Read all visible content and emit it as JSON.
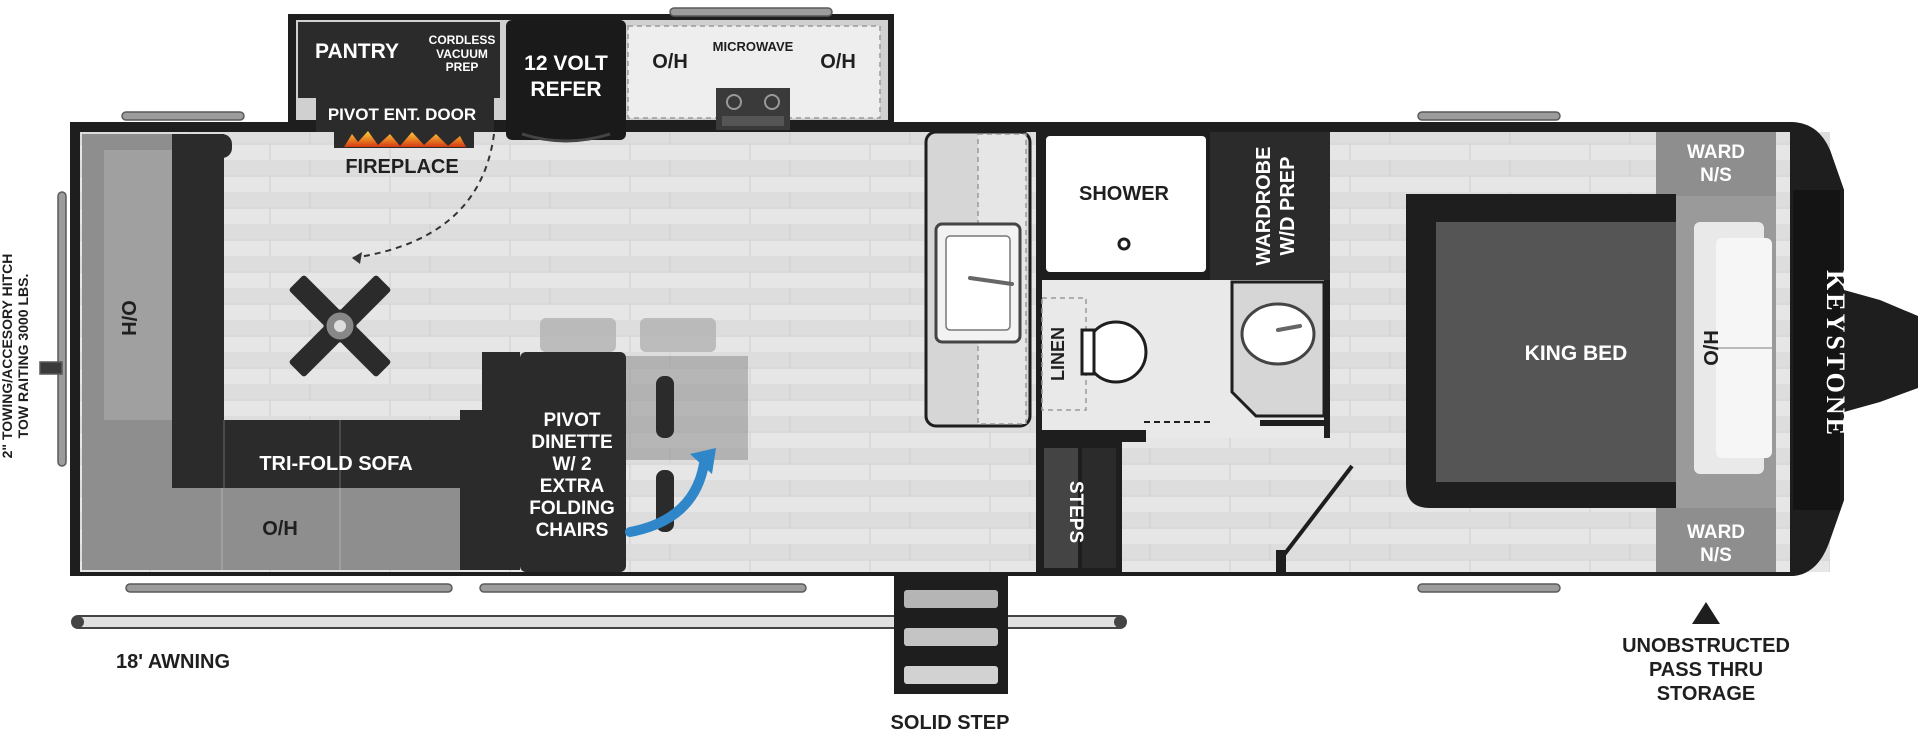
{
  "pantry": "PANTRY",
  "cordless_vacuum": [
    "CORDLESS",
    "VACUUM",
    "PREP"
  ],
  "refer": [
    "12 VOLT",
    "REFER"
  ],
  "oh_left": "O/H",
  "microwave": "MICROWAVE",
  "oh_right": "O/H",
  "pivot_door": "PIVOT ENT. DOOR",
  "fireplace": "FIREPLACE",
  "shower": "SHOWER",
  "wardrobe": [
    "WARDROBE",
    "W/D PREP"
  ],
  "linen": "LINEN",
  "ward_ns_top": [
    "WARD",
    "N/S"
  ],
  "ward_ns_bottom": [
    "WARD",
    "N/S"
  ],
  "king_bed": "KING BED",
  "oh_bed": "O/H",
  "keystone": "KEYSTONE",
  "oh_sofa_end": "O/H",
  "tri_fold_sofa": "TRI-FOLD SOFA",
  "oh_sofa_bottom": "O/H",
  "pivot_dinette": [
    "PIVOT",
    "DINETTE",
    "W/ 2",
    "EXTRA",
    "FOLDING",
    "CHAIRS"
  ],
  "steps": "STEPS",
  "hitch": [
    "2\" TOWING/ACCESORY HITCH",
    "TOW RAITING 3000 LBS."
  ],
  "awning": "18' AWNING",
  "solid_step": "SOLID STEP",
  "storage": [
    "UNOBSTRUCTED",
    "PASS THRU",
    "STORAGE"
  ],
  "colors": {
    "floor": "#e4e4e4",
    "wall": "#1e1e1e",
    "cabinet": "#d9d9d9",
    "sofa": "#8a8a8a",
    "sofa_dark": "#2b2b2b",
    "bed": "#555555",
    "accent_arrow": "#2f86c8",
    "flame": "#e8622a"
  }
}
